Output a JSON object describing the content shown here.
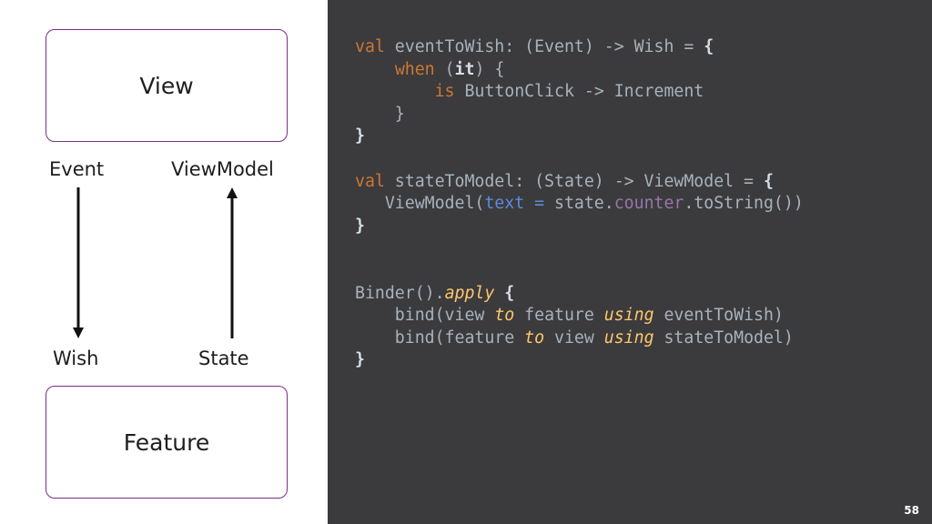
{
  "diagram": {
    "view_box": "View",
    "feature_box": "Feature",
    "label_event": "Event",
    "label_viewmodel": "ViewModel",
    "label_wish": "Wish",
    "label_state": "State"
  },
  "code": {
    "l1": {
      "kw": "val",
      "rest": " eventToWish: (Event) -> Wish = ",
      "brace": "{"
    },
    "l2": {
      "indent": "    ",
      "kw": "when",
      "open": " (",
      "it": "it",
      "close": ") {"
    },
    "l3": {
      "indent": "        ",
      "kw": "is",
      "rest": " ButtonClick -> Increment"
    },
    "l4": {
      "text": "    }"
    },
    "l5": {
      "brace": "}"
    },
    "l6": {
      "kw": "val",
      "rest": " stateToModel: (State) -> ViewModel = ",
      "brace": "{"
    },
    "l7": {
      "a": "   ViewModel(",
      "named": "text =",
      "b": " state.",
      "prop": "counter",
      "c": ".toString())"
    },
    "l8": {
      "brace": "}"
    },
    "l9": {
      "a": "Binder().",
      "apply": "apply",
      "b": " ",
      "brace": "{"
    },
    "l10": {
      "a": "    bind(view ",
      "to": "to",
      "b": " feature ",
      "using": "using",
      "c": " eventToWish)"
    },
    "l11": {
      "a": "    bind(feature ",
      "to": "to",
      "b": " view ",
      "using": "using",
      "c": " stateToModel)"
    },
    "l12": {
      "brace": "}"
    }
  },
  "page_number": "58",
  "colors": {
    "box_border": "#7a2f86",
    "code_bg": "#3b3b3d",
    "keyword": "#cc7832",
    "italic_keyword": "#ffc66d",
    "property": "#9876aa",
    "named_arg": "#5d8bd8"
  }
}
